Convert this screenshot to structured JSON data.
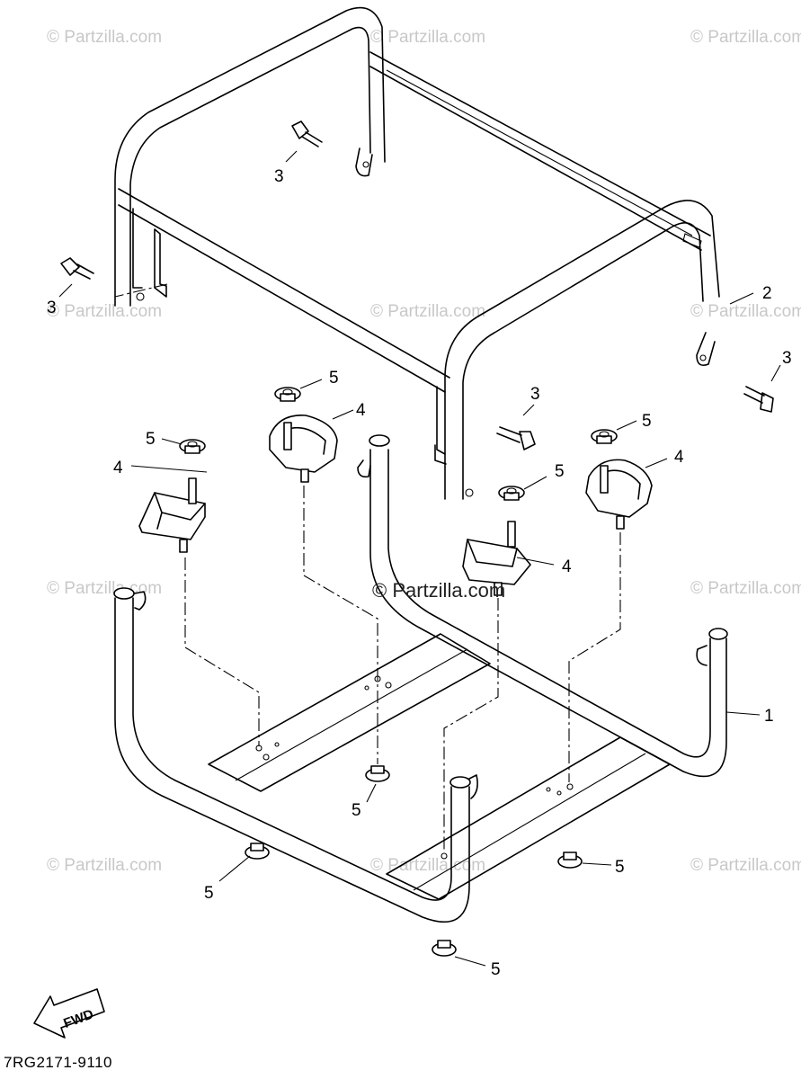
{
  "diagram": {
    "reference_code": "7RG2171-9110",
    "direction_label": "FWD",
    "watermark": "© Partzilla.com",
    "center_watermark": "© Partzilla.com",
    "callouts": {
      "frame_lower": "1",
      "frame_upper": "2",
      "bolt_a": "3",
      "bolt_b": "3",
      "bolt_c": "3",
      "bolt_d": "3",
      "mount_a": "4",
      "mount_b": "4",
      "mount_c": "4",
      "mount_d": "4",
      "nut_a": "5",
      "nut_b": "5",
      "nut_c": "5",
      "nut_d": "5",
      "nut_e": "5",
      "nut_f": "5",
      "nut_g": "5",
      "nut_h": "5"
    }
  }
}
